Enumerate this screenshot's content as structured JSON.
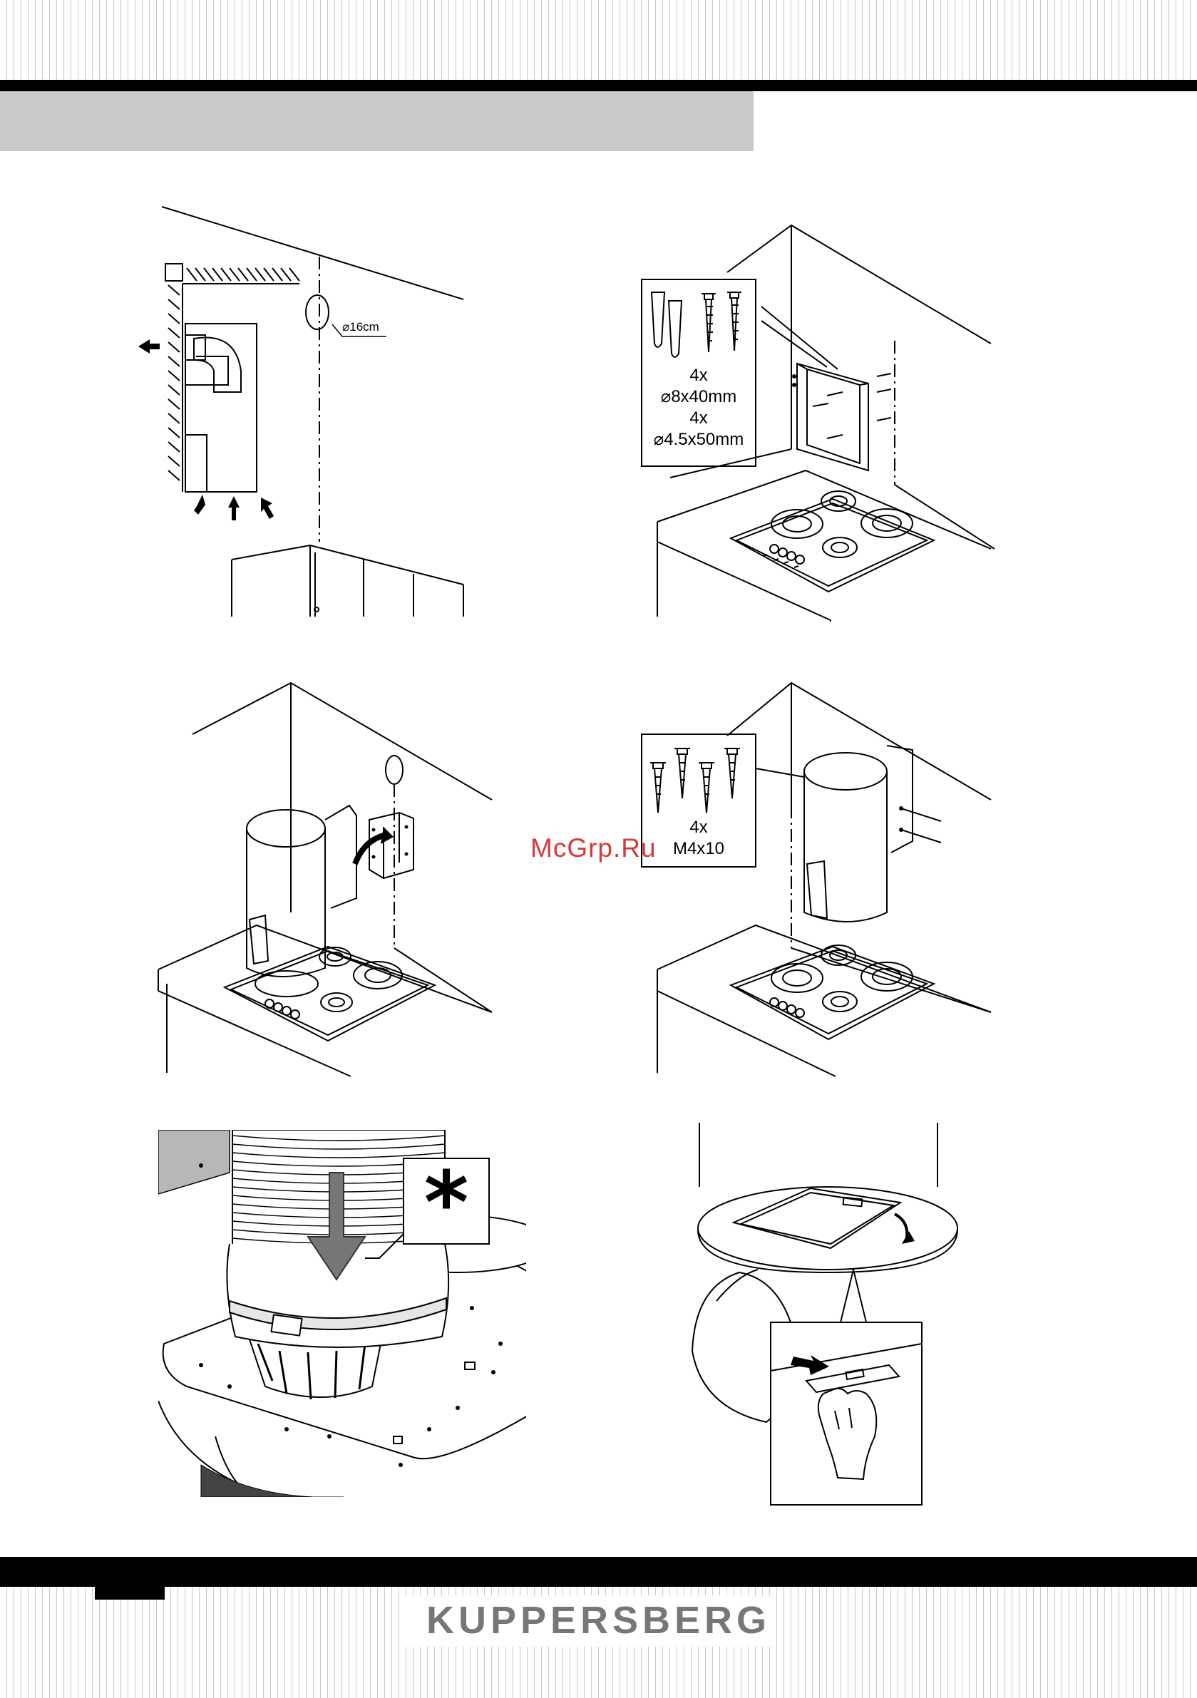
{
  "step1": {
    "duct_diameter": "⌀16cm"
  },
  "step2": {
    "plug_count": "4x",
    "plug_size": "⌀8x40mm",
    "screw_count": "4x",
    "screw_size": "⌀4.5x50mm"
  },
  "step4": {
    "screw_count": "4x",
    "screw_size": "M4x10"
  },
  "step5": {
    "note_symbol": "*"
  },
  "watermark": "McGrp.Ru",
  "footer": {
    "brand": "KUPPERSBERG"
  },
  "colors": {
    "bars": "#000000",
    "banner": "#c9c9c9",
    "brand": "#777777",
    "watermark": "#d63a3a"
  }
}
